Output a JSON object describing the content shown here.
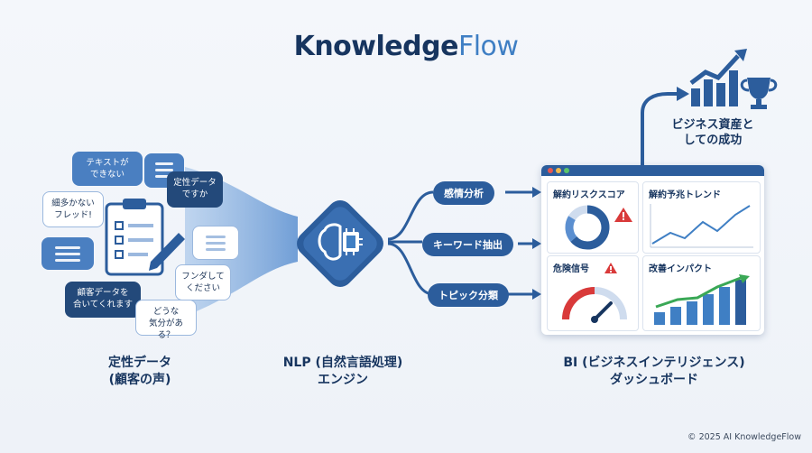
{
  "title": {
    "part1": "Knowledge",
    "part2": "Flow"
  },
  "left": {
    "bubbles": [
      "テキストが\nできない",
      "定性データ\nですか",
      "細多かない\nフレッド!",
      "フンダして\nください",
      "顧客データを\n合いてくれます",
      "どうな\n気分がある？"
    ],
    "label_line1": "定性データ",
    "label_line2": "(顧客の声)"
  },
  "center": {
    "label_line1": "NLP (自然言語処理)",
    "label_line2": "エンジン"
  },
  "pills": [
    "感情分析",
    "キーワード抽出",
    "トピック分類"
  ],
  "dashboard": {
    "label_line1": "BI (ビジネスインテリジェンス)",
    "label_line2": "ダッシュボード",
    "panels": {
      "churn_score": "解約リスクスコア",
      "churn_trend": "解約予兆トレンド",
      "danger": "危険信号",
      "improvement": "改善インパクト"
    }
  },
  "outcome": {
    "line1": "ビジネス資産と",
    "line2": "しての成功"
  },
  "copyright": "© 2025 AI KnowledgeFlow",
  "colors": {
    "primary": "#2c5d9c",
    "accent": "#3f7fc4",
    "navy": "#17355f",
    "danger": "#d93a3a",
    "success": "#3aa856"
  }
}
